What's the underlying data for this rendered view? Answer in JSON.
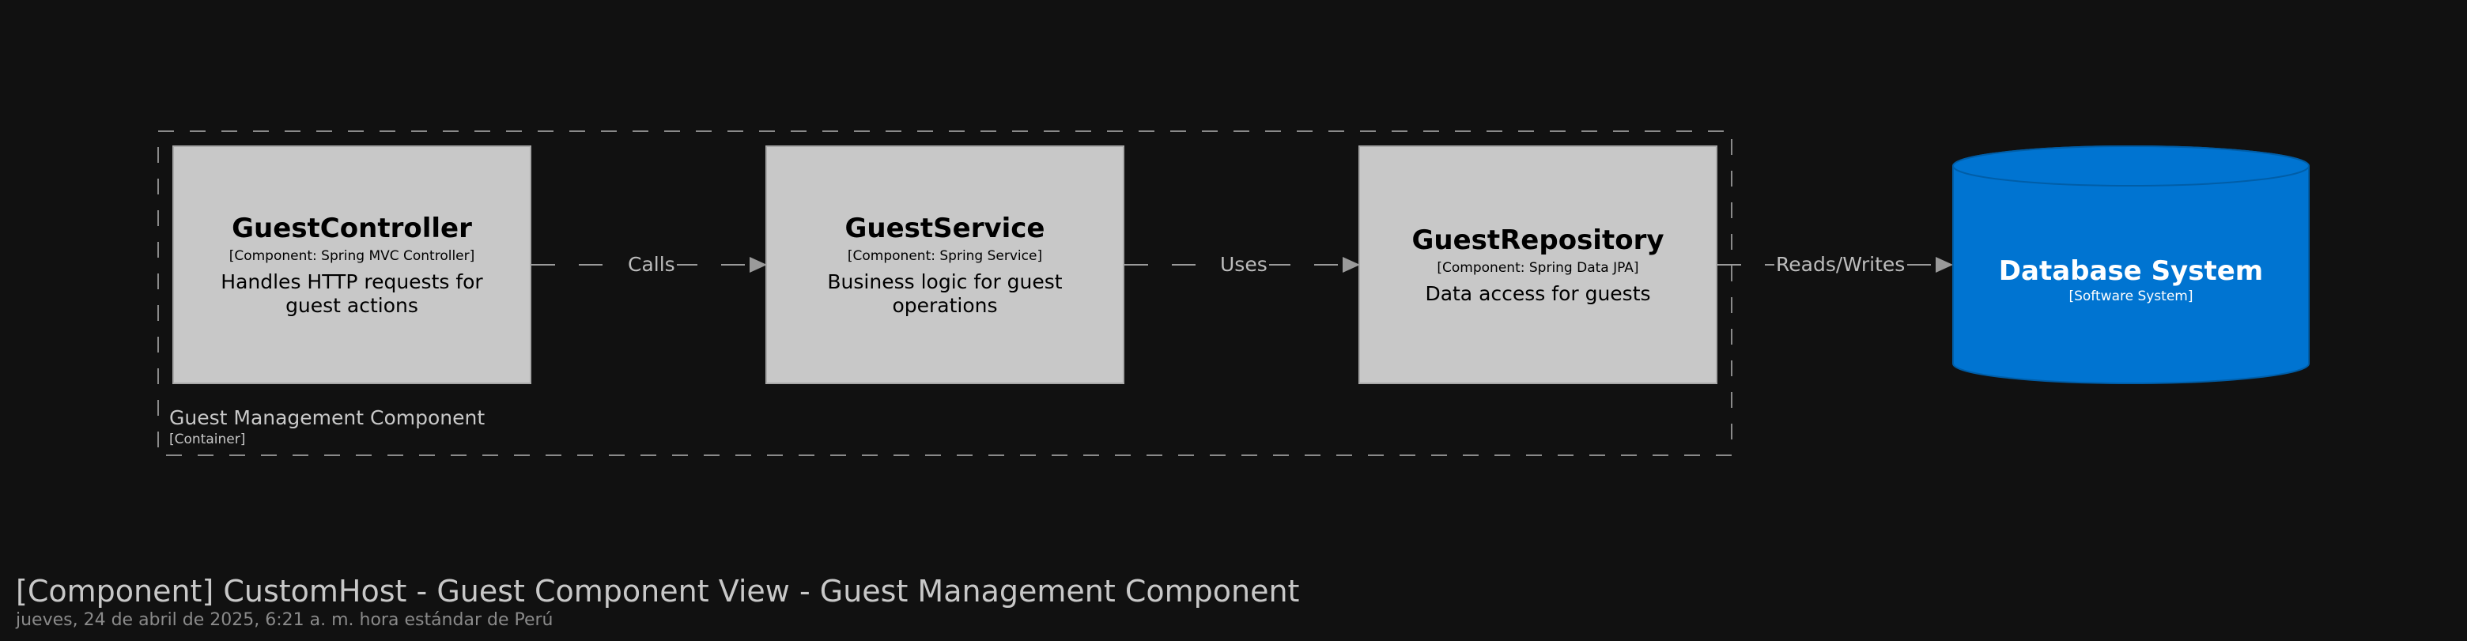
{
  "boundary": {
    "name": "Guest Management Component",
    "type": "[Container]"
  },
  "components": [
    {
      "name": "GuestController",
      "technology": "[Component: Spring MVC Controller]",
      "description": "Handles HTTP requests for guest actions"
    },
    {
      "name": "GuestService",
      "technology": "[Component: Spring Service]",
      "description": "Business logic for guest operations"
    },
    {
      "name": "GuestRepository",
      "technology": "[Component: Spring Data JPA]",
      "description": "Data access for guests"
    }
  ],
  "external_system": {
    "name": "Database System",
    "type": "[Software System]",
    "color": "#0074d1"
  },
  "relationships": [
    {
      "from": "GuestController",
      "to": "GuestService",
      "label": "Calls"
    },
    {
      "from": "GuestService",
      "to": "GuestRepository",
      "label": "Uses"
    },
    {
      "from": "GuestRepository",
      "to": "Database System",
      "label": "Reads/Writes"
    }
  ],
  "view": {
    "title": "[Component] CustomHost - Guest Component View - Guest Management Component",
    "timestamp": "jueves, 24 de abril de 2025, 6:21 a. m. hora estándar de Perú"
  },
  "colors": {
    "background": "#111111",
    "component_fill": "#c8c8c8",
    "database_fill": "#0074d1",
    "line": "#9a9a9a"
  }
}
